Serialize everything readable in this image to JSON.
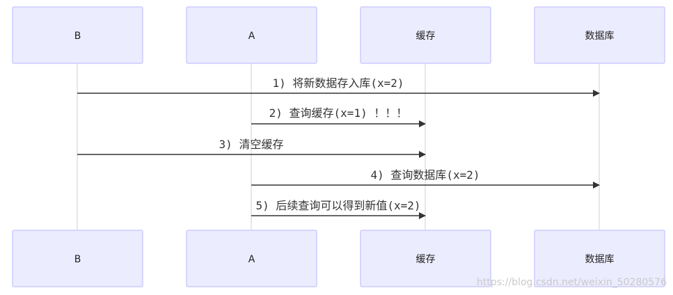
{
  "actors": [
    {
      "id": "B",
      "label": "B"
    },
    {
      "id": "A",
      "label": "A"
    },
    {
      "id": "cache",
      "label": "缓存"
    },
    {
      "id": "db",
      "label": "数据库"
    }
  ],
  "messages": [
    {
      "from": "B",
      "to": "db",
      "text": "1) 将新数据存入库(x=2)"
    },
    {
      "from": "A",
      "to": "cache",
      "text": "2) 查询缓存(x=1) ！！！"
    },
    {
      "from": "B",
      "to": "cache",
      "text": "3) 清空缓存"
    },
    {
      "from": "A",
      "to": "db",
      "text": "4) 查询数据库(x=2)"
    },
    {
      "from": "A",
      "to": "cache",
      "text": "5) 后续查询可以得到新值(x=2)"
    }
  ],
  "watermark": "https://blog.csdn.net/weixin_50280576"
}
